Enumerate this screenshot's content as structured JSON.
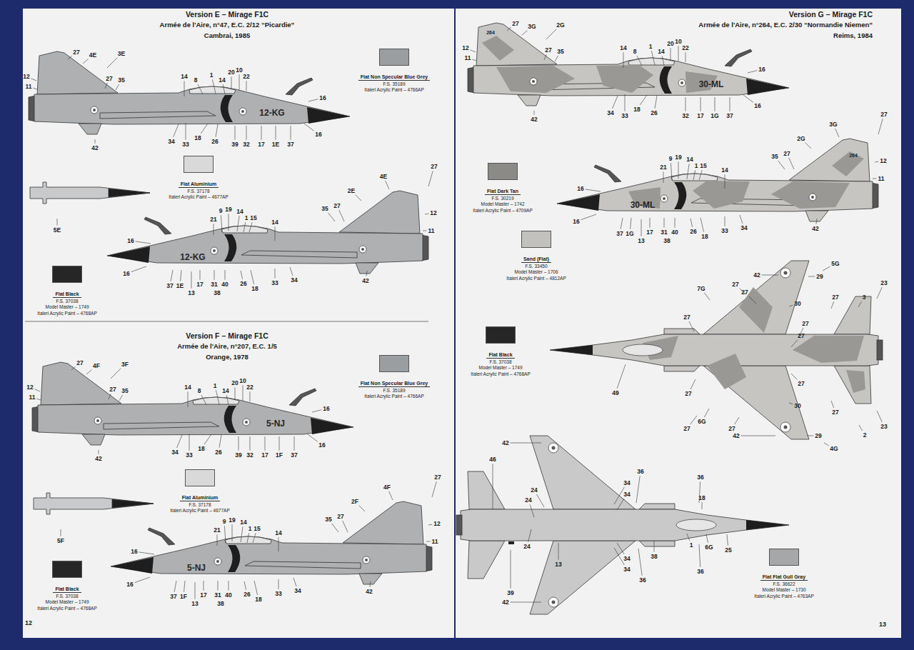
{
  "diagram": {
    "nodes": [
      {
        "text": [
          "Flat Non Specular Blue Grey",
          "F.S. 35189",
          "Italeri Acrylic Paint – 4766AP"
        ]
      },
      {
        "text": [
          "Flat Aluminium",
          "F.S. 37178",
          "Italeri Acrylic Paint – 4677AP"
        ]
      },
      {
        "text": [
          "Flat Black",
          "F.S. 37038",
          "Model Master – 1749",
          "Italeri Acrylic Paint – 4768AP"
        ]
      },
      {
        "text": [
          "Flat Non Specular Blue Grey",
          "F.S. 35189",
          "Italeri Acrylic Paint – 4766AP"
        ]
      },
      {
        "text": [
          "Flat Aluminium",
          "F.S. 37178",
          "Italeri Acrylic Paint – 4677AP"
        ]
      },
      {
        "text": [
          "Flat Black",
          "F.S. 37038",
          "Model Master – 1749",
          "Italeri Acrylic Paint – 4768AP"
        ]
      },
      {
        "text": [
          "Flat Dark Tan",
          "F.S. 30219",
          "Model Master – 1742",
          "Italeri Acrylic Paint – 4709AP"
        ]
      },
      {
        "text": [
          "Sand (Flat)",
          "F.S. 33450",
          "Model Master – 1706",
          "Italeri Acrylic Paint – 4812AP"
        ]
      },
      {
        "text": [
          "Flat Black",
          "F.S. 37038",
          "Model Master – 1749",
          "Italeri Acrylic Paint – 4768AP"
        ]
      },
      {
        "text": [
          "Flat Flat Gull Gray",
          "F.S. 36622",
          "Model Master – 1730",
          "Italeri Acrylic Paint – 4763AP"
        ]
      }
    ],
    "labels": [
      "Version E – Mirage F1C",
      "Armée de l'Aire, n°47, E.C. 2/12 “Picardie”",
      "Cambrai, 1985",
      "27",
      "4E",
      "3E",
      "12",
      "11",
      "27",
      "35",
      "14",
      "8",
      "1",
      "14",
      "20",
      "10",
      "22",
      "16",
      "16",
      "34",
      "33",
      "18",
      "26",
      "39",
      "32",
      "17",
      "1E",
      "37",
      "42",
      "12-KG",
      "5E",
      "4E",
      "27",
      "2E",
      "12",
      "11",
      "35",
      "27",
      "21",
      "9",
      "19",
      "14",
      "1",
      "15",
      "14",
      "16",
      "16",
      "37",
      "1E",
      "13",
      "17",
      "31",
      "40",
      "38",
      "26",
      "18",
      "33",
      "34",
      "42",
      "12-KG",
      "Version F – Mirage F1C",
      "Armée de l'Aire, n°207, E.C. 1/5",
      "Orange, 1978",
      "27",
      "4F",
      "3F",
      "12",
      "11",
      "27",
      "35",
      "14",
      "8",
      "1",
      "14",
      "20",
      "10",
      "22",
      "16",
      "16",
      "34",
      "33",
      "18",
      "26",
      "39",
      "32",
      "17",
      "1F",
      "37",
      "42",
      "5-NJ",
      "5F",
      "4F",
      "27",
      "2F",
      "12",
      "11",
      "35",
      "27",
      "21",
      "9",
      "19",
      "14",
      "1",
      "15",
      "14",
      "16",
      "16",
      "37",
      "1F",
      "13",
      "17",
      "31",
      "40",
      "38",
      "26",
      "18",
      "33",
      "34",
      "42",
      "5-NJ",
      "12",
      "Version G – Mirage F1C",
      "Armée de l'Aire, n°264, E.C. 2/30 “Normandie Niemen”",
      "Reims, 1984",
      "27",
      "3G",
      "2G",
      "264",
      "12",
      "11",
      "27",
      "35",
      "14",
      "8",
      "1",
      "14",
      "20",
      "10",
      "22",
      "16",
      "16",
      "34",
      "33",
      "18",
      "26",
      "32",
      "17",
      "1G",
      "37",
      "42",
      "30-ML",
      "3G",
      "27",
      "2G",
      "264",
      "12",
      "11",
      "35",
      "27",
      "21",
      "9",
      "19",
      "14",
      "1",
      "15",
      "14",
      "16",
      "16",
      "37",
      "1G",
      "13",
      "17",
      "31",
      "40",
      "38",
      "26",
      "18",
      "33",
      "34",
      "42",
      "30-ML",
      "5G",
      "42",
      "29",
      "3",
      "23",
      "7G",
      "27",
      "27",
      "30",
      "27",
      "27",
      "27",
      "27",
      "49",
      "27",
      "30",
      "27",
      "27",
      "6G",
      "27",
      "27",
      "42",
      "29",
      "2",
      "23",
      "4G",
      "42",
      "46",
      "24",
      "24",
      "36",
      "34",
      "34",
      "36",
      "18",
      "24",
      "13",
      "34",
      "34",
      "1",
      "6G",
      "25",
      "38",
      "36",
      "36",
      "39",
      "42",
      "13"
    ]
  }
}
